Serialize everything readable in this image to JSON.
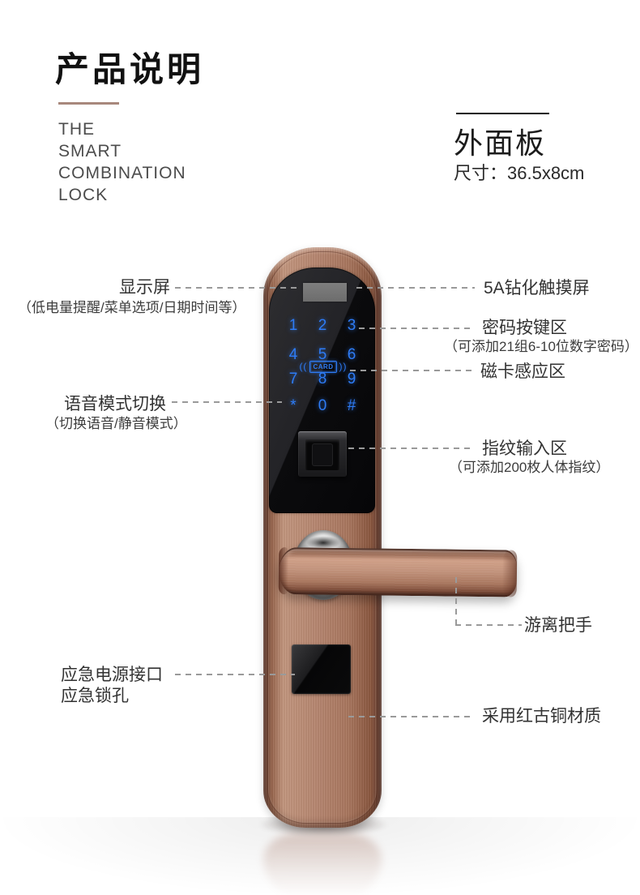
{
  "header": {
    "title": "产品说明",
    "subtitle_lines": [
      "THE",
      "SMART",
      "COMBINATION",
      "LOCK"
    ],
    "underline_color": "#a8887c"
  },
  "panel_info": {
    "name": "外面板",
    "size_label": "尺寸：36.5x8cm"
  },
  "annotations": {
    "display": {
      "label": "显示屏",
      "sub": "（低电量提醒/菜单选项/日期时间等）"
    },
    "voice": {
      "label": "语音模式切换",
      "sub": "（切换语音/静音模式）"
    },
    "emergency": {
      "label": "应急电源接口",
      "sub": "应急锁孔"
    },
    "touchscreen": {
      "label": "5A钻化触摸屏"
    },
    "keypad": {
      "label": "密码按键区",
      "sub": "（可添加21组6-10位数字密码）"
    },
    "card": {
      "label": "磁卡感应区"
    },
    "fingerprint": {
      "label": "指纹输入区",
      "sub": "（可添加200枚人体指纹）"
    },
    "handle": {
      "label": "游离把手"
    },
    "material": {
      "label": "采用红古铜材质"
    }
  },
  "lock": {
    "keypad": {
      "keys": [
        "1",
        "2",
        "3",
        "4",
        "5",
        "6",
        "7",
        "8",
        "9",
        "*",
        "0",
        "#"
      ],
      "card_label": "CARD",
      "card_wave_left": "((",
      "card_wave_right": "))",
      "key_color": "#2e7cf6"
    },
    "colors": {
      "copper": "#b07a62",
      "glass": "#0b0b0d",
      "display_gray": "#757575"
    }
  }
}
